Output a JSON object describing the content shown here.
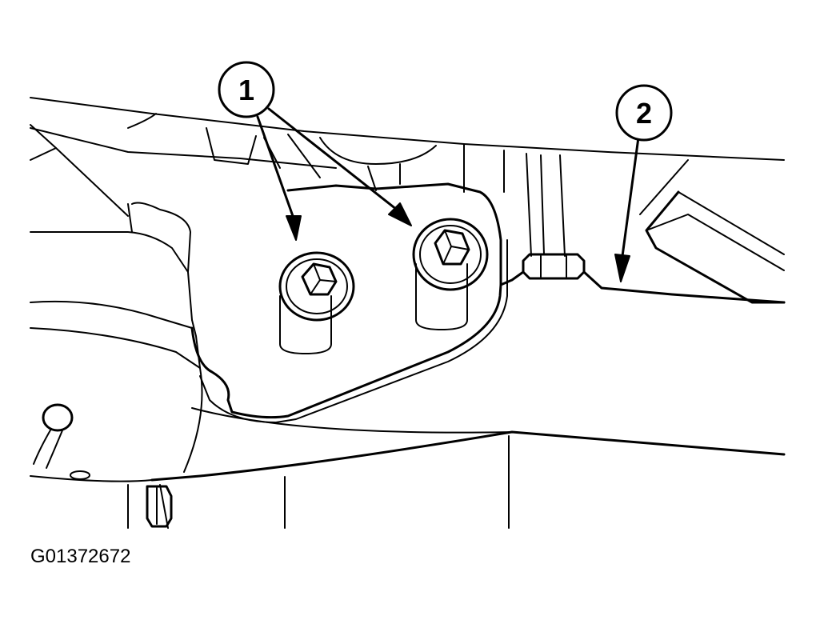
{
  "callouts": [
    {
      "id": "1"
    },
    {
      "id": "2"
    }
  ],
  "figure_id": "G01372672"
}
